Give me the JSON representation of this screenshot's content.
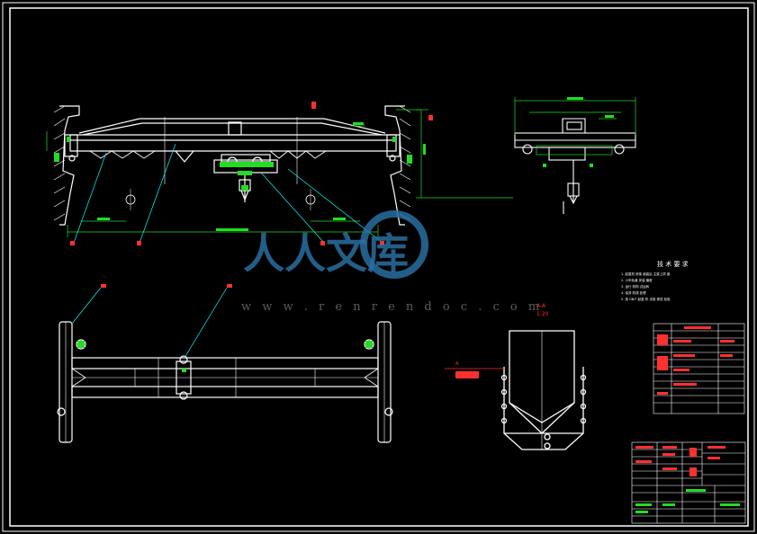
{
  "drawing": {
    "notes_title": "技 术 要 求",
    "notes": [
      "1. 起重机 桥架 组装后 主梁上拱 度 ",
      "2. 小车轨道 安装 偏差 ",
      "3. 运行 机构 试运转 ",
      "4. 油漆 防锈 处理 ",
      "5. 按 GB/T 起重 机 试验 规范 检验"
    ],
    "section_label": "A-A",
    "section_scale": "1:20",
    "ref_label": "A"
  },
  "watermark": {
    "text": "人人文库",
    "url": "w w w . r e n r e n d o c . c o m"
  },
  "colors": {
    "background": "#000000",
    "line": "#ffffff",
    "dimension": "#22dd22",
    "leader": "#00ffff",
    "text_red": "#ff3030",
    "watermark": "#286ea0"
  }
}
